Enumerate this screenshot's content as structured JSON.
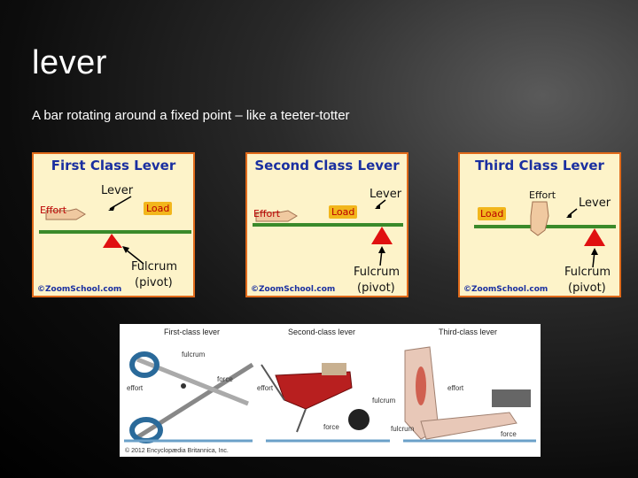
{
  "slide": {
    "title": "lever",
    "subtitle": "A bar rotating around a fixed point – like a teeter-totter"
  },
  "panels": [
    {
      "title": "First Class Lever",
      "effort": "Effort",
      "load": "Load",
      "lever": "Lever",
      "fulcrum": "Fulcrum",
      "pivot": "(pivot)",
      "copyright": "©ZoomSchool.com"
    },
    {
      "title": "Second Class Lever",
      "effort": "Effort",
      "load": "Load",
      "lever": "Lever",
      "fulcrum": "Fulcrum",
      "pivot": "(pivot)",
      "copyright": "©ZoomSchool.com"
    },
    {
      "title": "Third Class Lever",
      "effort": "Effort",
      "load": "Load",
      "lever": "Lever",
      "fulcrum": "Fulcrum",
      "pivot": "(pivot)",
      "copyright": "©ZoomSchool.com"
    }
  ],
  "britannica": {
    "first": "First-class lever",
    "second": "Second-class lever",
    "third": "Third-class lever",
    "fulcrum": "fulcrum",
    "effort": "effort",
    "force": "force",
    "copyright": "© 2012 Encyclopædia Britannica, Inc."
  },
  "colors": {
    "panel_border": "#e06a1a",
    "panel_bg": "#fdf3c9",
    "lever_bar": "#3a8a2a",
    "fulcrum": "#e01010",
    "title_blue": "#1a2fa0"
  }
}
